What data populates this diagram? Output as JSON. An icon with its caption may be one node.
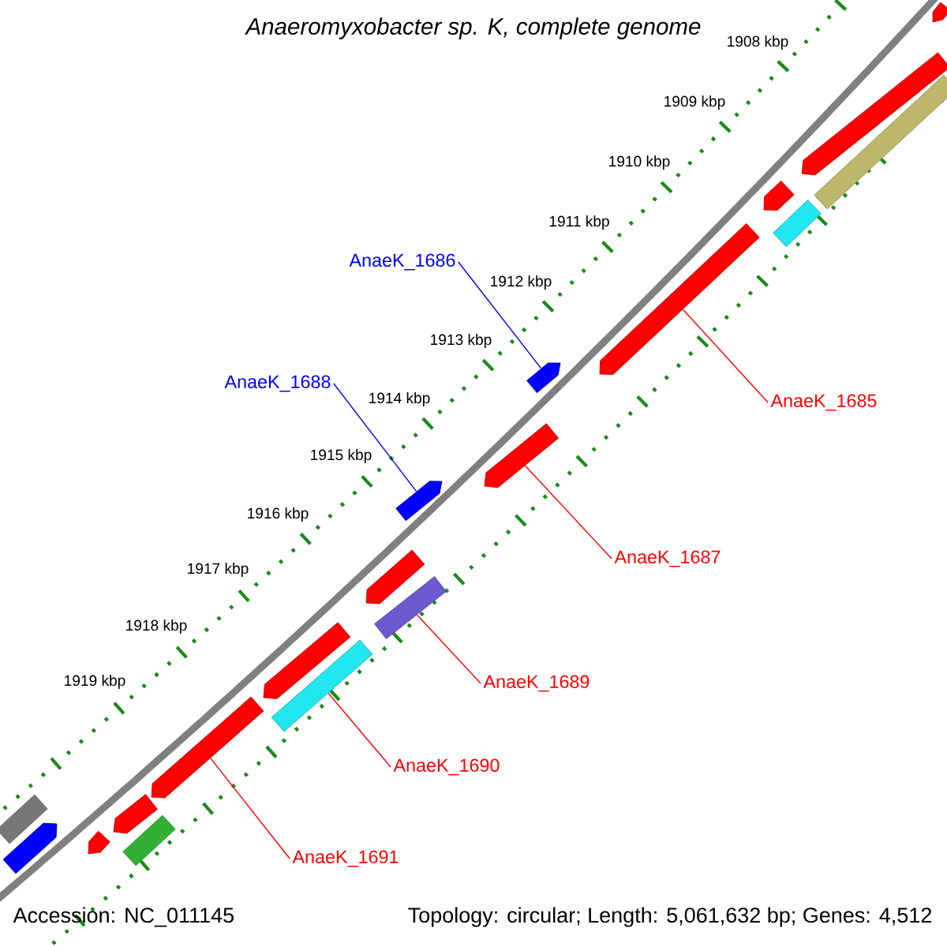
{
  "diagram": {
    "title": "Anaeromyxobacter sp. K, complete genome",
    "nodes": [
      {
        "text": [
          "AnaeK_1686"
        ]
      },
      {
        "text": [
          "AnaeK_1688"
        ]
      },
      {
        "text": [
          "AnaeK_1685"
        ]
      },
      {
        "text": [
          "AnaeK_1687"
        ]
      },
      {
        "text": [
          "AnaeK_1689"
        ]
      },
      {
        "text": [
          "AnaeK_1690"
        ]
      },
      {
        "text": [
          "AnaeK_1691"
        ]
      },
      {
        "text": [],
        "shape": "arrow"
      },
      {
        "text": [],
        "shape": "arrow"
      },
      {
        "text": [],
        "shape": "bar"
      },
      {
        "text": [],
        "shape": "arrow"
      },
      {
        "text": [],
        "shape": "bar"
      },
      {
        "text": [],
        "shape": "arrow"
      },
      {
        "text": [],
        "shape": "arrow"
      },
      {
        "text": [],
        "shape": "arrow"
      },
      {
        "text": [],
        "shape": "arrow"
      },
      {
        "text": [],
        "shape": "arrow"
      },
      {
        "text": [],
        "shape": "bar"
      },
      {
        "text": [],
        "shape": "arrow"
      },
      {
        "text": [],
        "shape": "bar"
      },
      {
        "text": [],
        "shape": "arrow"
      },
      {
        "text": [],
        "shape": "arrow"
      },
      {
        "text": [],
        "shape": "bar"
      },
      {
        "text": [],
        "shape": "bar"
      },
      {
        "text": [],
        "shape": "arrow"
      },
      {
        "text": [],
        "shape": "arrow"
      }
    ],
    "edges": [
      {
        "from": 0,
        "to": 13,
        "arrow": "none",
        "color": "#0000ff"
      },
      {
        "from": 1,
        "to": 15,
        "arrow": "none",
        "color": "#0000ff"
      },
      {
        "from": 2,
        "to": 12,
        "arrow": "none"
      },
      {
        "from": 3,
        "to": 14,
        "arrow": "none"
      },
      {
        "from": 4,
        "to": 17,
        "arrow": "none"
      },
      {
        "from": 5,
        "to": 19,
        "arrow": "none"
      },
      {
        "from": 6,
        "to": 20,
        "arrow": "none"
      }
    ],
    "labels": [
      "1908 kbp",
      "1909 kbp",
      "1910 kbp",
      "1911 kbp",
      "1912 kbp",
      "1913 kbp",
      "1914 kbp",
      "1915 kbp",
      "1916 kbp",
      "1917 kbp",
      "1918 kbp",
      "1919 kbp",
      "Accession: NC_011145",
      "Topology: circular; Length: 5,061,632 bp; Genes: 4,512"
    ]
  }
}
